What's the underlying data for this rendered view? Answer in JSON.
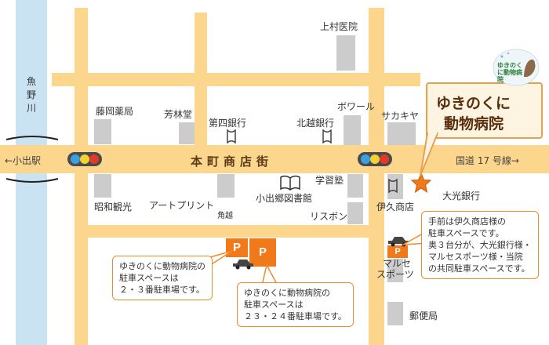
{
  "map": {
    "main_street": "本町商店街",
    "to_station": "←小出駅",
    "to_route": "国道 17 号線→",
    "river": [
      "魚",
      "野",
      "川"
    ]
  },
  "clinic": {
    "name_line1": "ゆきのくに",
    "name_line2": "動物病院",
    "logo_text": "ゆきのくに動物病院"
  },
  "places": {
    "kamimura_clinic": "上村医院",
    "fujioka_pharmacy": "藤岡薬局",
    "hourindo": "芳林堂",
    "daishi_bank": "第四銀行",
    "hokuetsu_bank": "北越銀行",
    "bowl": "ボワール",
    "sakakiya": "サカキヤ",
    "showa_kanko": "昭和観光",
    "art_print_1": "アートプリント",
    "art_print_2": "角越",
    "library": "小出郷図書館",
    "gakushujuku": "学習塾",
    "lisbon": "リスボン",
    "iku_shoten": "伊久商店",
    "taiko_bank": "大光銀行",
    "marusesports_1": "マルセ",
    "marusesports_2": "スポーツ",
    "post_office": "郵便局"
  },
  "parking": {
    "symbol": "P"
  },
  "notes": {
    "left": [
      "ゆきのくに動物病院の",
      "駐車スペースは",
      "２・３番駐車場です。"
    ],
    "center": [
      "ゆきのくに動物病院の",
      "駐車スペースは",
      "２３・２４番駐車場です。"
    ],
    "right": [
      "手前は伊久商店様の",
      "駐車スペースです。",
      "奥３台分が、大光銀行様・",
      "マルセスポーツ様・当院",
      "の共同駐車スペースです。"
    ]
  },
  "colors": {
    "road": "#fcd68c",
    "river": "#c9e3f3",
    "building": "#cccccc",
    "parking": "#f07a1a",
    "accent": "#f08a2a",
    "star": "#f07a1a"
  }
}
